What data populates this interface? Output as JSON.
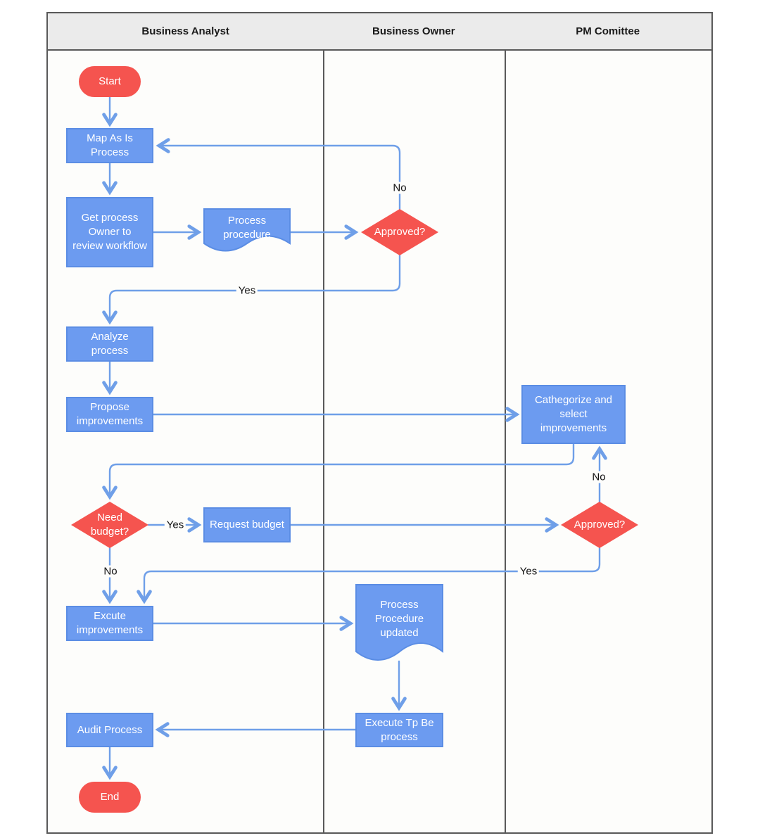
{
  "lanes": [
    {
      "title": "Business Analyst"
    },
    {
      "title": "Business Owner"
    },
    {
      "title": "PM Comittee"
    }
  ],
  "nodes": {
    "start": {
      "label": "Start",
      "type": "terminator",
      "lane": "Business Analyst"
    },
    "map_as_is": {
      "label": "Map As Is Process",
      "type": "process",
      "lane": "Business Analyst"
    },
    "get_process_owner": {
      "label": "Get process Owner to review workflow",
      "type": "process",
      "lane": "Business Analyst"
    },
    "process_procedure": {
      "label": "Process procedure",
      "type": "document",
      "lane": "Business Analyst"
    },
    "approved_1": {
      "label": "Approved?",
      "type": "decision",
      "lane": "Business Owner"
    },
    "analyze_process": {
      "label": "Analyze process",
      "type": "process",
      "lane": "Business Analyst"
    },
    "propose_improvements": {
      "label": "Propose improvements",
      "type": "process",
      "lane": "Business Analyst"
    },
    "cathegorize": {
      "label": "Cathegorize and select improvements",
      "type": "process",
      "lane": "PM Comittee"
    },
    "need_budget": {
      "label": "Need budget?",
      "type": "decision",
      "lane": "Business Analyst"
    },
    "request_budget": {
      "label": "Request budget",
      "type": "process",
      "lane": "Business Analyst"
    },
    "approved_2": {
      "label": "Approved?",
      "type": "decision",
      "lane": "PM Comittee"
    },
    "excute_improvements": {
      "label": "Excute improvements",
      "type": "process",
      "lane": "Business Analyst"
    },
    "process_procedure_updated": {
      "label": "Process Procedure updated",
      "type": "document",
      "lane": "Business Owner"
    },
    "execute_tp_be": {
      "label": "Execute Tp Be process",
      "type": "process",
      "lane": "Business Owner"
    },
    "audit_process": {
      "label": "Audit Process",
      "type": "process",
      "lane": "Business Analyst"
    },
    "end": {
      "label": "End",
      "type": "terminator",
      "lane": "Business Analyst"
    }
  },
  "edge_labels": {
    "approved1_no": "No",
    "approved1_yes": "Yes",
    "need_budget_yes": "Yes",
    "need_budget_no": "No",
    "approved2_no": "No",
    "approved2_yes": "Yes"
  },
  "colors": {
    "process_fill": "#6C9BF0",
    "process_border": "#5B8DE4",
    "decision_fill": "#F5544F",
    "terminator_fill": "#F5544F",
    "connector": "#6F9FE8",
    "lane_border": "#595959",
    "header_fill": "#EBEBEB",
    "shape_text": "#FFFFFF",
    "label_text": "#111111"
  }
}
